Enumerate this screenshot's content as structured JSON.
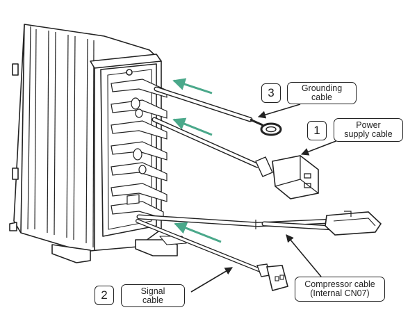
{
  "callouts": [
    {
      "number": "3",
      "line1": "Grounding",
      "line2": "cable"
    },
    {
      "number": "1",
      "line1": "Power",
      "line2": "supply cable"
    },
    {
      "number": "2",
      "line1": "Signal",
      "line2": "cable"
    },
    {
      "number": "",
      "line1": "Compressor cable",
      "line2": "(Internal CN07)"
    }
  ],
  "colors": {
    "line": "#222222",
    "arrow": "#4aa88a",
    "background": "#ffffff"
  }
}
